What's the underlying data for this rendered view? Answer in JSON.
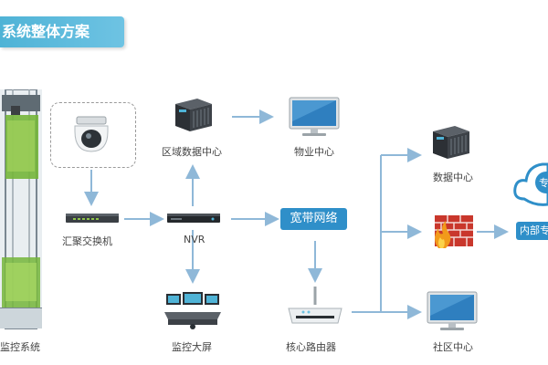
{
  "title": "系统整体方案",
  "nodes": {
    "elevator": "监控系统",
    "switch": "汇聚交换机",
    "nvr": "NVR",
    "regional_dc": "区域数据中心",
    "property_center": "物业中心",
    "broadband": "宽带网络",
    "monitor_wall": "监控大屏",
    "core_router": "核心路由器",
    "data_center": "数据中心",
    "community_center": "社区中心",
    "cloud_inner": "内部专",
    "cloud_top": "专"
  },
  "icons": {
    "camera": "dome-camera-icon",
    "switch": "network-switch-icon",
    "nvr": "nvr-device-icon",
    "regional_dc": "server-rack-icon",
    "property_center": "desktop-monitor-icon",
    "monitor_wall": "control-desk-icon",
    "core_router": "router-icon",
    "data_center": "server-rack-icon",
    "firewall": "firewall-icon",
    "community_center": "desktop-monitor-icon",
    "cloud": "cloud-icon"
  },
  "colors": {
    "banner": "#4fb3d6",
    "accent_blue": "#2f8fc9",
    "arrow": "#8fb8d8",
    "firewall_red": "#c9372c",
    "flame": "#f29a1b"
  }
}
